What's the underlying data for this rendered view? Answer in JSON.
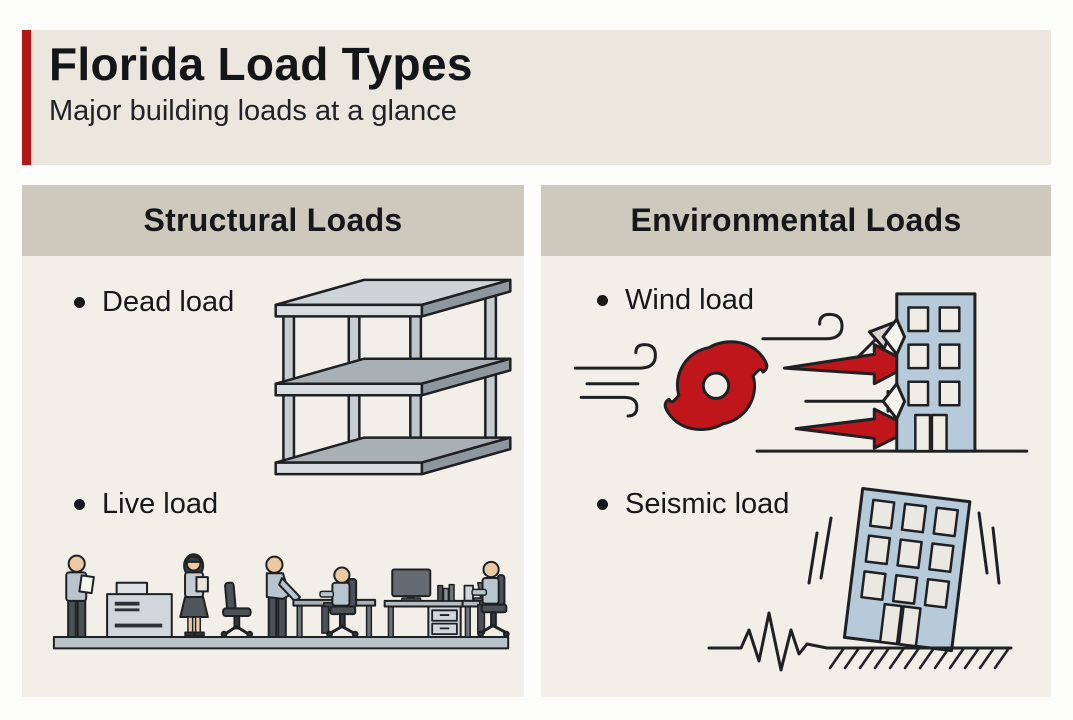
{
  "header": {
    "title": "Florida Load Types",
    "subtitle": "Major building loads at a glance"
  },
  "panels": [
    {
      "id": "structural",
      "title": "Structural Loads",
      "items": [
        {
          "label": "Dead load",
          "icon": "three-story-frame-icon"
        },
        {
          "label": "Live load",
          "icon": "office-occupants-icon"
        }
      ]
    },
    {
      "id": "environmental",
      "title": "Environmental Loads",
      "items": [
        {
          "label": "Wind load",
          "icon": "hurricane-arrows-building-icon"
        },
        {
          "label": "Seismic load",
          "icon": "tilted-building-seismograph-icon"
        }
      ]
    }
  ],
  "colors": {
    "accent_red_bar": "#b51717",
    "illustration_red": "#bf161b",
    "building_blue": "#b7cad9",
    "header_bg": "#ebe7df",
    "panel_header_bg": "#cdc9bd",
    "panel_body_bg": "#f1efe8",
    "text": "#16171a"
  }
}
